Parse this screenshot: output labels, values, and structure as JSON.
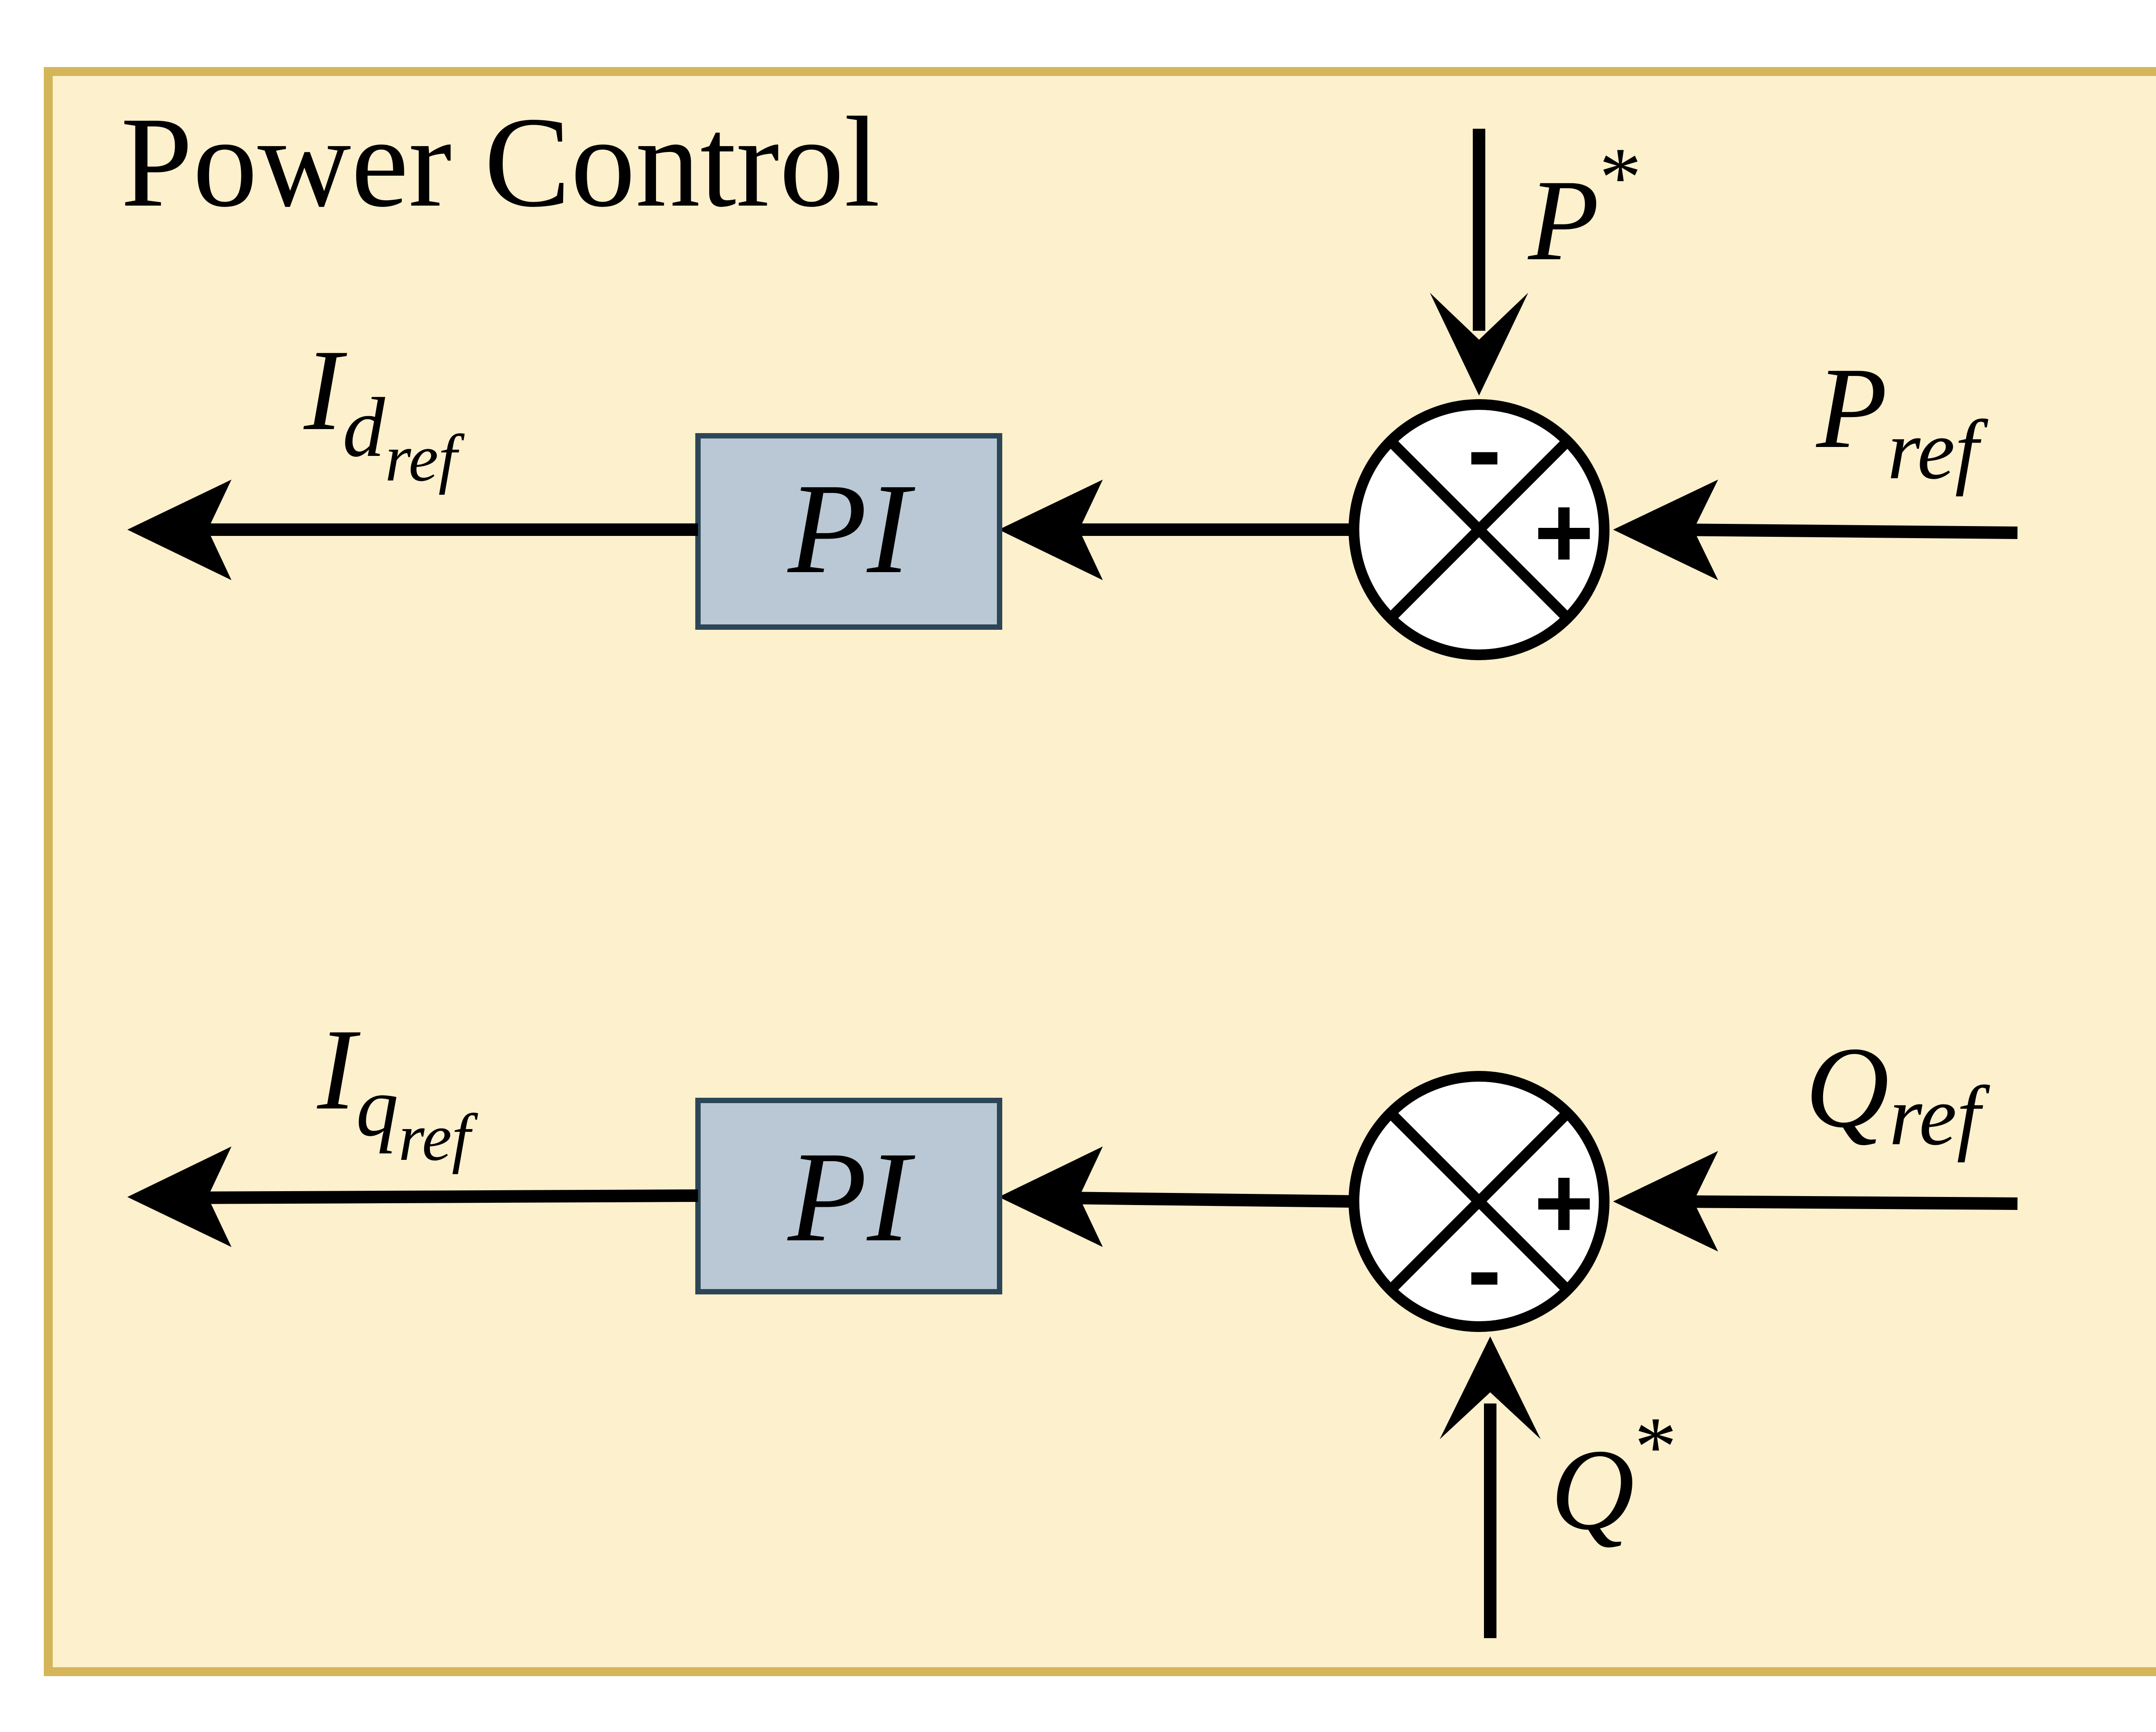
{
  "title": "Power Control",
  "colors": {
    "panel_fill": "#fdf0cc",
    "panel_border": "#d4b559",
    "block_fill": "#b9c8d4",
    "block_border": "#2c4657",
    "junction_fill": "#ffffff",
    "line": "#000000"
  },
  "d_loop": {
    "block_label": "PI",
    "output": {
      "main": "I",
      "sub": "d",
      "subsub": "ref"
    },
    "reference": {
      "main": "P",
      "sub": "ref"
    },
    "feedback": {
      "main": "P",
      "sup": "*"
    },
    "signs": {
      "top": "-",
      "right": "+"
    }
  },
  "q_loop": {
    "block_label": "PI",
    "output": {
      "main": "I",
      "sub": "q",
      "subsub": "ref"
    },
    "reference": {
      "main": "Q",
      "sub": "ref"
    },
    "feedback": {
      "main": "Q",
      "sup": "*"
    },
    "signs": {
      "right": "+",
      "bottom": "-"
    }
  }
}
